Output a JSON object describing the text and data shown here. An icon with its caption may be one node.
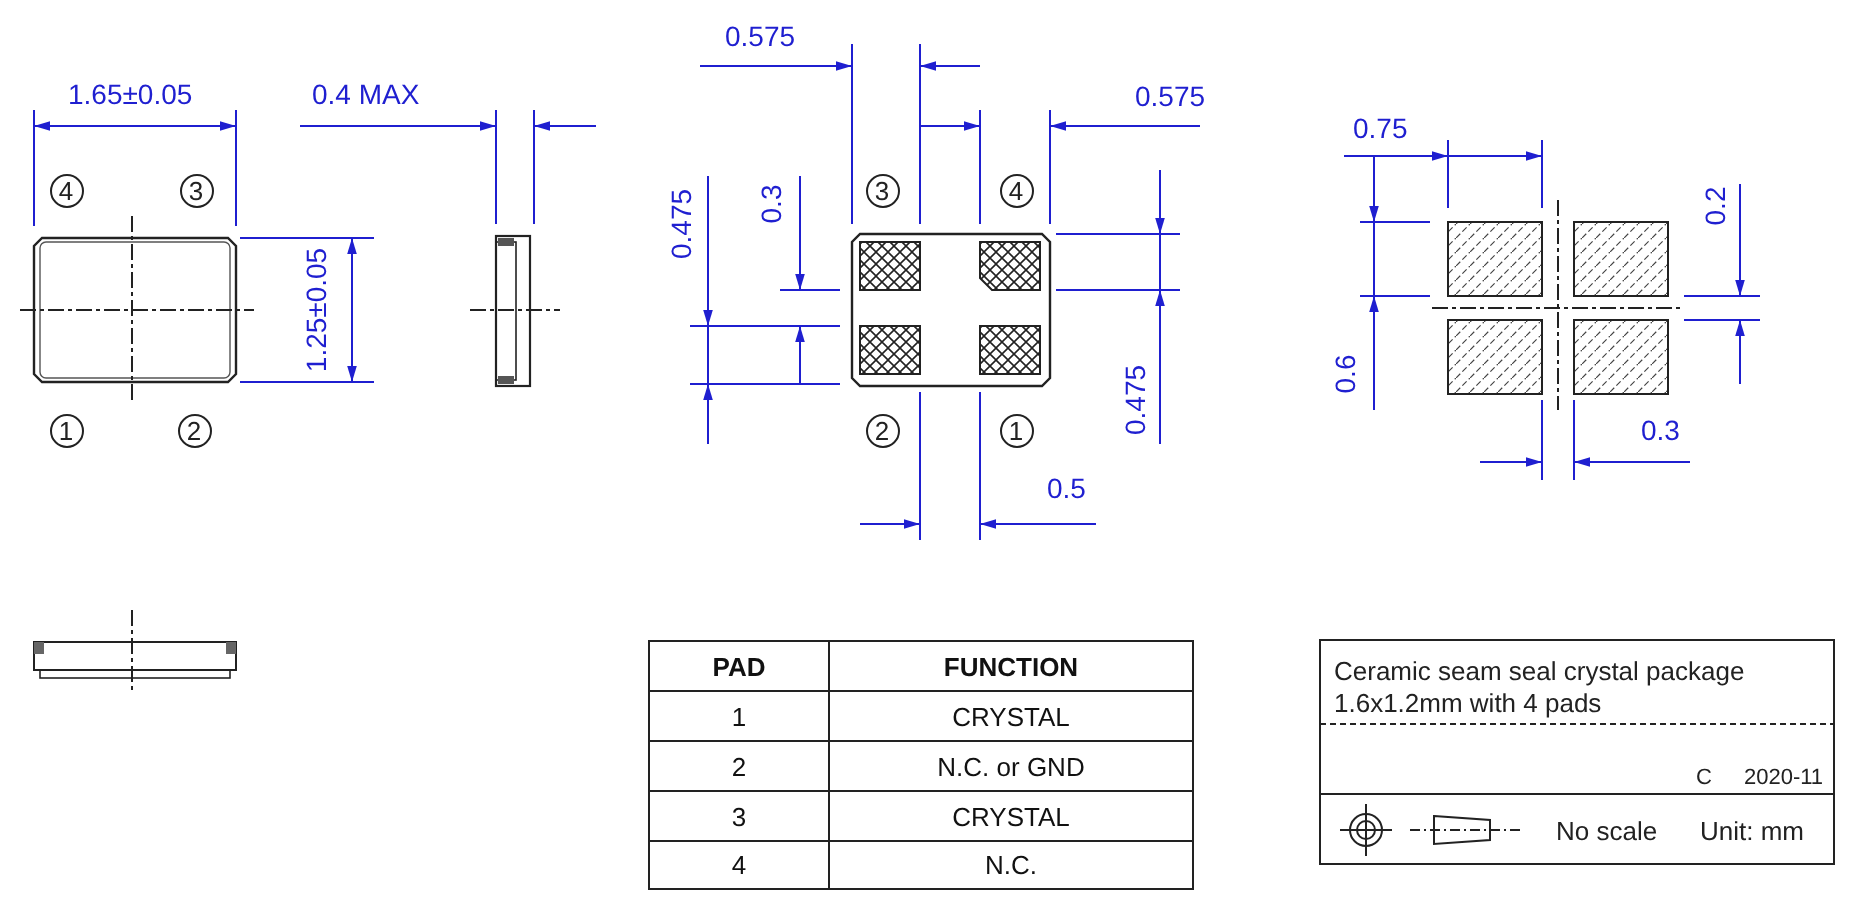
{
  "diagram": {
    "labels": [
      "0.575",
      "1.65±0.05",
      "0.4 MAX",
      "0.575",
      "0.75",
      "4",
      "3",
      "3",
      "4",
      "0.475",
      "0.3",
      "0.2",
      "1.25±0.05",
      "0.6",
      "1",
      "2",
      "2",
      "1",
      "0.475",
      "0.3",
      "0.5",
      "PAD",
      "FUNCTION",
      "1",
      "CRYSTAL",
      "2",
      "N.C. or GND",
      "3",
      "CRYSTAL",
      "4",
      "N.C.",
      "Ceramic seam seal crystal package 1.6x1.2mm with 4 pads",
      "C",
      "2020-11",
      "No scale",
      "Unit: mm"
    ]
  }
}
